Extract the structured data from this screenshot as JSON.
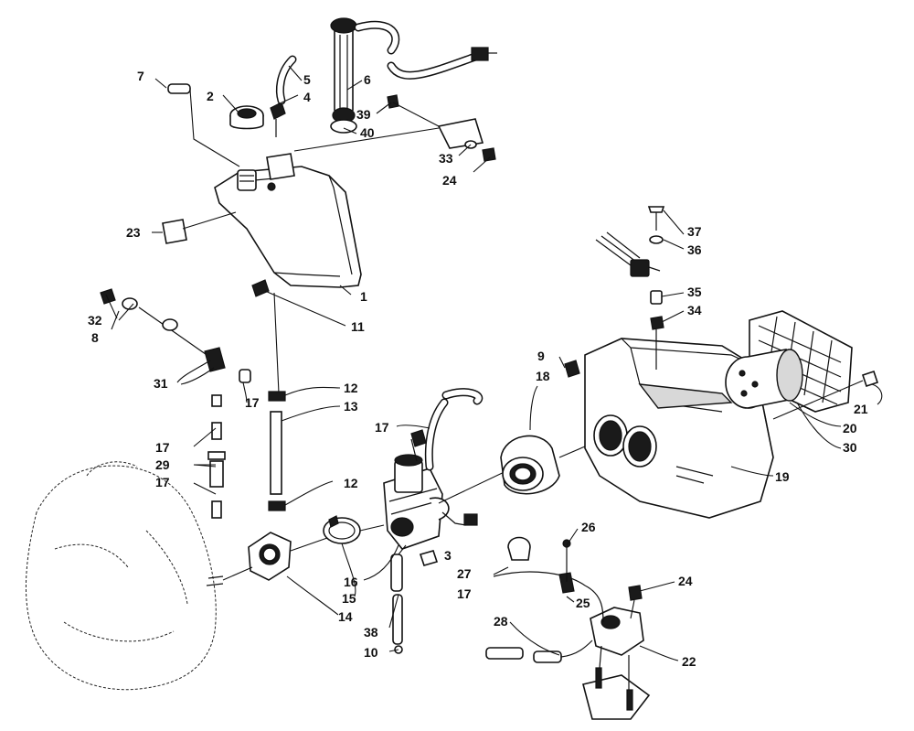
{
  "callouts": [
    "1",
    "2",
    "3",
    "4",
    "5",
    "6",
    "7",
    "8",
    "9",
    "10",
    "11",
    "12",
    "12",
    "13",
    "14",
    "15",
    "16",
    "17",
    "17",
    "17",
    "17",
    "17",
    "18",
    "19",
    "20",
    "21",
    "22",
    "23",
    "24",
    "24",
    "25",
    "26",
    "27",
    "28",
    "29",
    "30",
    "31",
    "32",
    "33",
    "34",
    "35",
    "36",
    "37",
    "38",
    "39",
    "40"
  ]
}
